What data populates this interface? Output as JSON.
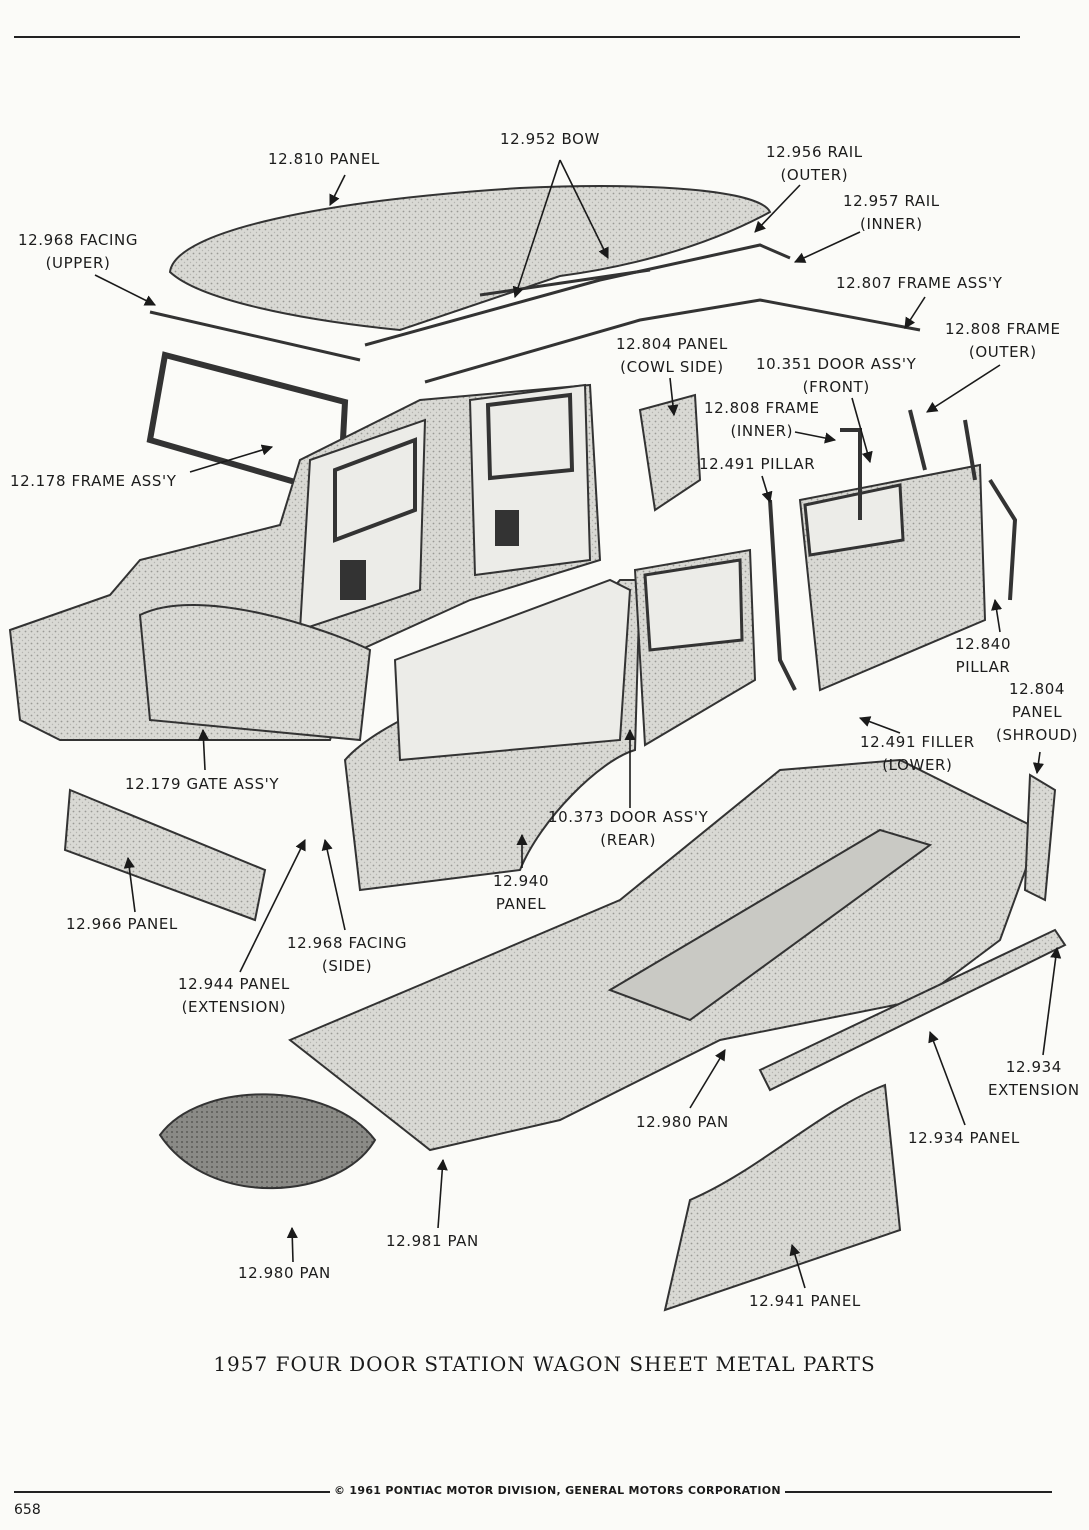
{
  "title": "1957 FOUR DOOR STATION WAGON SHEET METAL PARTS",
  "footer": "© 1961 PONTIAC MOTOR DIVISION, GENERAL MOTORS CORPORATION",
  "page_number": "658",
  "labels": {
    "panel_12810": [
      "12.810 PANEL"
    ],
    "bow_12952": [
      "12.952 BOW"
    ],
    "rail_12956": [
      "12.956 RAIL",
      "(OUTER)"
    ],
    "rail_12957": [
      "12.957 RAIL",
      "(INNER)"
    ],
    "facing_12968_upper": [
      "12.968 FACING",
      "(UPPER)"
    ],
    "frame_12807": [
      "12.807 FRAME ASS'Y"
    ],
    "frame_12808_outer": [
      "12.808 FRAME",
      "(OUTER)"
    ],
    "panel_12804_cowl": [
      "12.804 PANEL",
      "(COWL SIDE)"
    ],
    "door_10351_front": [
      "10.351 DOOR ASS'Y",
      "(FRONT)"
    ],
    "frame_12808_inner": [
      "12.808 FRAME",
      "(INNER)"
    ],
    "pillar_12491": [
      "12.491 PILLAR"
    ],
    "frame_12178": [
      "12.178 FRAME ASS'Y"
    ],
    "pillar_12840": [
      "12.840",
      "PILLAR"
    ],
    "panel_12804_shroud": [
      "12.804",
      "PANEL",
      "(SHROUD)"
    ],
    "filler_12491_lower": [
      "12.491 FILLER",
      "(LOWER)"
    ],
    "gate_12179": [
      "12.179 GATE ASS'Y"
    ],
    "door_10373_rear": [
      "10.373 DOOR ASS'Y",
      "(REAR)"
    ],
    "panel_12940": [
      "12.940",
      "PANEL"
    ],
    "panel_12966": [
      "12.966 PANEL"
    ],
    "facing_12968_side": [
      "12.968 FACING",
      "(SIDE)"
    ],
    "panel_12944_ext": [
      "12.944 PANEL",
      "(EXTENSION)"
    ],
    "extension_12934": [
      "12.934",
      "EXTENSION"
    ],
    "pan_12980_center": [
      "12.980 PAN"
    ],
    "panel_12934": [
      "12.934 PANEL"
    ],
    "pan_12981": [
      "12.981 PAN"
    ],
    "pan_12980_left": [
      "12.980 PAN"
    ],
    "panel_12941": [
      "12.941 PANEL"
    ]
  }
}
